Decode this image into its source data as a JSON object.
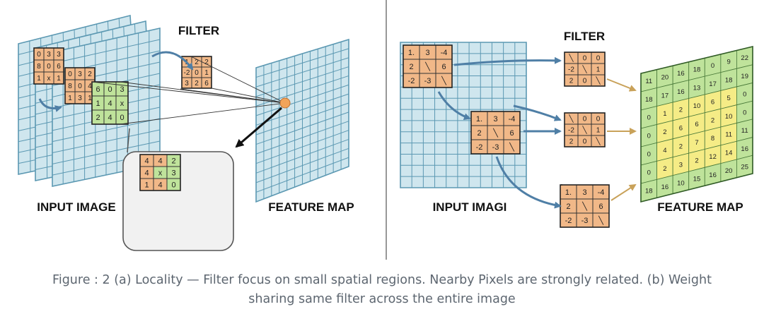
{
  "colors": {
    "grid_fill": "#cfe6ee",
    "grid_line": "#5b98b2",
    "patch_orange": "#f1b888",
    "patch_green": "#bfe39b",
    "map_yellow": "#f5ec86",
    "arrow_blue": "#4f7fa6",
    "divider": "#777777"
  },
  "panel_a": {
    "filter_label": "FILTER",
    "input_label": "INPUT IMAGE",
    "feature_label": "FEATURE MAP",
    "patch_1": [
      "0",
      "3",
      "3",
      "8",
      "0",
      "6",
      "1",
      "x",
      "1"
    ],
    "patch_2": [
      "0",
      "3",
      "2",
      "8",
      "0",
      "4",
      "1",
      "3",
      "1"
    ],
    "patch_3": [
      "6",
      "0",
      "3",
      "1",
      "4",
      "x",
      "2",
      "4",
      "0"
    ],
    "filter": [
      "1",
      "2",
      "2",
      "-2",
      "0",
      "1",
      "3",
      "2",
      "6"
    ],
    "zoom": [
      "4",
      "4",
      "2",
      "4",
      "x",
      "3",
      "1",
      "4",
      "0"
    ]
  },
  "panel_b": {
    "filter_label": "FILTER",
    "input_label": "INPUT IMAGI",
    "feature_label": "FEATURE MAP",
    "patch": [
      "1.",
      "3",
      "-4",
      "2",
      "╲",
      "6",
      "-2",
      "-3",
      "╲"
    ],
    "filter": [
      "╲",
      "0",
      "0",
      "-2",
      "╲",
      "1",
      "2",
      "0",
      "╲"
    ],
    "feature_values": [
      [
        "11",
        "20",
        "16",
        "18",
        "0",
        "9",
        "22"
      ],
      [
        "18",
        "17",
        "16",
        "13",
        "17",
        "18",
        "19"
      ],
      [
        "0",
        "1",
        "2",
        "10",
        "6",
        "5",
        "0"
      ],
      [
        "0",
        "2",
        "6",
        "6",
        "2",
        "10",
        "0"
      ],
      [
        "0",
        "4",
        "2",
        "7",
        "8",
        "11",
        "11"
      ],
      [
        "0",
        "2",
        "3",
        "2",
        "12",
        "14",
        "16"
      ],
      [
        "18",
        "16",
        "10",
        "15",
        "16",
        "20",
        "25"
      ]
    ]
  },
  "caption": {
    "line1": "Figure : 2 (a) Locality — Filter focus on small spatial regions. Nearby Pixels are strongly related. (b) Weight",
    "line2": "sharing same filter across the entire image"
  }
}
